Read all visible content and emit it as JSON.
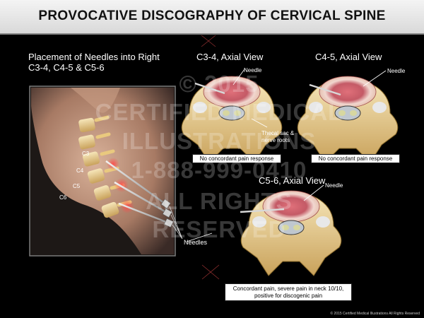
{
  "title": "PROVOCATIVE DISCOGRAPHY OF CERVICAL SPINE",
  "placement_heading": [
    "Placement of Needles into Right",
    "C3-4, C4-5 & C5-6"
  ],
  "vertebra_labels": [
    "C3",
    "C4",
    "C5",
    "C6"
  ],
  "needles_label": "Needles",
  "panels": [
    {
      "heading": "C3-4, Axial View",
      "needle_label": "Needle",
      "extra_label": [
        "Thecal sac &",
        "nerve roots"
      ],
      "response": "No concordant pain response"
    },
    {
      "heading": "C4-5, Axial View",
      "needle_label": "Needle",
      "response": "No concordant pain response"
    },
    {
      "heading": "C5-6, Axial View",
      "needle_label": "Needle",
      "response": [
        "Concordant pain, severe pain in neck 10/10,",
        "positive for discogenic pain"
      ]
    }
  ],
  "watermark": [
    "© 2015",
    "CERTIFIED MEDICAL",
    "ILLUSTRATIONS",
    "1-888-999-0410",
    "ALL RIGHTS",
    "RESERVED"
  ],
  "copyright": "© 2015 Certified Medical Illustrations All Rights Reserved"
}
